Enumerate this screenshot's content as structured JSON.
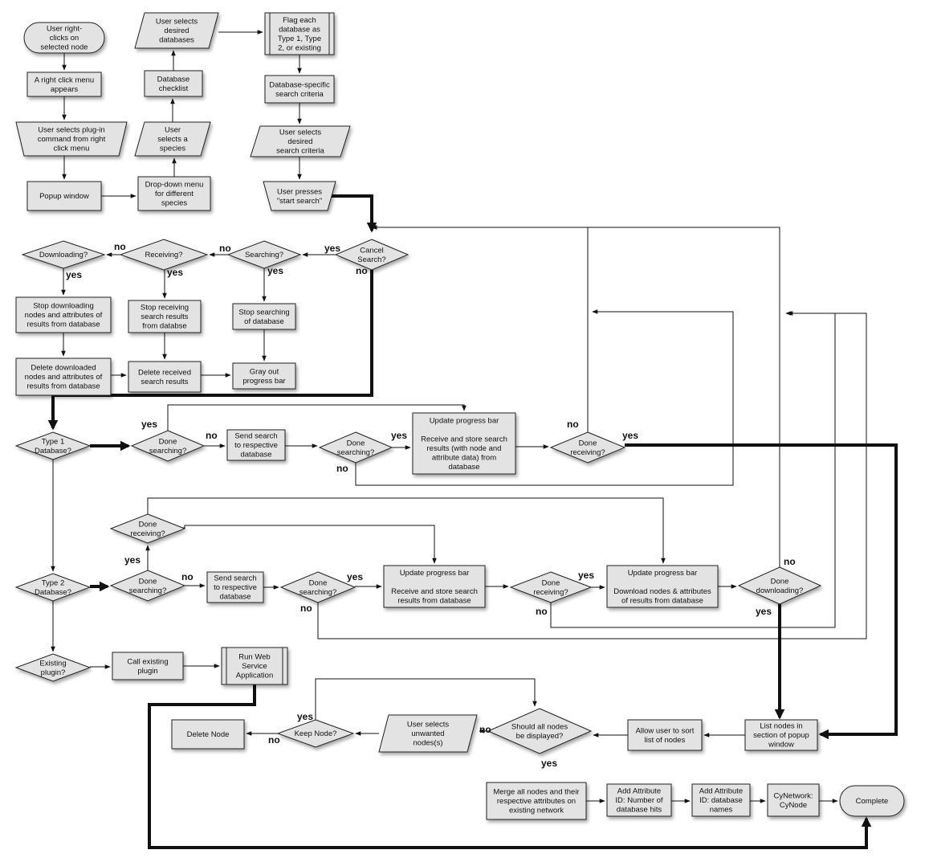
{
  "nodes": [
    {
      "id": "n1",
      "shape": "terminal",
      "lines": [
        "User right-",
        "clicks on",
        "selected node"
      ]
    },
    {
      "id": "n2",
      "shape": "rect",
      "lines": [
        "A right click menu",
        "appears"
      ]
    },
    {
      "id": "n3",
      "shape": "trapezoid",
      "lines": [
        "User selects plug-in",
        "command from right",
        "click menu"
      ]
    },
    {
      "id": "n4",
      "shape": "rect",
      "lines": [
        "Popup window"
      ]
    },
    {
      "id": "n5",
      "shape": "rect",
      "lines": [
        "Drop-down menu",
        "for different",
        "species"
      ]
    },
    {
      "id": "n6",
      "shape": "parallelogram",
      "lines": [
        "User",
        "selects a",
        "species"
      ]
    },
    {
      "id": "n7",
      "shape": "rect",
      "lines": [
        "Database",
        "checklist"
      ]
    },
    {
      "id": "n8",
      "shape": "parallelogram",
      "lines": [
        "User selects",
        "desired",
        "databases"
      ]
    },
    {
      "id": "n9",
      "shape": "process",
      "lines": [
        "Flag each",
        "database as",
        "Type 1, Type",
        "2, or existing"
      ]
    },
    {
      "id": "n10",
      "shape": "rect",
      "lines": [
        "Database-specific",
        "search criteria"
      ]
    },
    {
      "id": "n11",
      "shape": "parallelogram",
      "lines": [
        "User selects",
        "desired",
        "search criteria"
      ]
    },
    {
      "id": "n12",
      "shape": "trapezoid",
      "lines": [
        "User presses",
        "\"start search\""
      ]
    },
    {
      "id": "d_cancel",
      "shape": "diamond",
      "lines": [
        "Cancel",
        "Search?"
      ]
    },
    {
      "id": "d_searching",
      "shape": "diamond",
      "lines": [
        "Searching?"
      ]
    },
    {
      "id": "d_receiving",
      "shape": "diamond",
      "lines": [
        "Receiving?"
      ]
    },
    {
      "id": "d_downloading",
      "shape": "diamond",
      "lines": [
        "Downloading?"
      ]
    },
    {
      "id": "n13",
      "shape": "rect",
      "lines": [
        "Stop downloading",
        "nodes and attributes of",
        "results from database"
      ]
    },
    {
      "id": "n14",
      "shape": "rect",
      "lines": [
        "Stop receiving",
        "search results",
        "from databse"
      ]
    },
    {
      "id": "n15",
      "shape": "rect",
      "lines": [
        "Stop searching",
        "of database"
      ]
    },
    {
      "id": "n16",
      "shape": "rect",
      "lines": [
        "Delete downloaded",
        "nodes and attributes of",
        "results from database"
      ]
    },
    {
      "id": "n17",
      "shape": "rect",
      "lines": [
        "Delete received",
        "search results"
      ]
    },
    {
      "id": "n18",
      "shape": "rect",
      "lines": [
        "Gray out",
        "progress bar"
      ]
    },
    {
      "id": "d_type1",
      "shape": "diamond",
      "lines": [
        "Type 1",
        "Database?"
      ]
    },
    {
      "id": "d_done1",
      "shape": "diamond",
      "lines": [
        "Done",
        "searching?"
      ]
    },
    {
      "id": "n19",
      "shape": "rect",
      "lines": [
        "Send search",
        "to respective",
        "database"
      ]
    },
    {
      "id": "d_done1b",
      "shape": "diamond",
      "lines": [
        "Done",
        "searching?"
      ]
    },
    {
      "id": "n20",
      "shape": "rect",
      "lines": [
        "Update progress bar",
        "",
        "Receive and store search",
        "results (with node and",
        "attribute data) from",
        "database"
      ]
    },
    {
      "id": "d_recv1",
      "shape": "diamond",
      "lines": [
        "Done",
        "receiving?"
      ]
    },
    {
      "id": "d_recv2a",
      "shape": "diamond",
      "lines": [
        "Done",
        "receiving?"
      ]
    },
    {
      "id": "d_type2",
      "shape": "diamond",
      "lines": [
        "Type 2",
        "Database?"
      ]
    },
    {
      "id": "d_done2",
      "shape": "diamond",
      "lines": [
        "Done",
        "searching?"
      ]
    },
    {
      "id": "n21",
      "shape": "rect",
      "lines": [
        "Send search",
        "to respective",
        "database"
      ]
    },
    {
      "id": "d_done2b",
      "shape": "diamond",
      "lines": [
        "Done",
        "searching?"
      ]
    },
    {
      "id": "n22",
      "shape": "rect",
      "lines": [
        "Update progress bar",
        "",
        "Receive and store search",
        "results from database"
      ]
    },
    {
      "id": "d_recv2b",
      "shape": "diamond",
      "lines": [
        "Done",
        "receiving?"
      ]
    },
    {
      "id": "n23",
      "shape": "rect",
      "lines": [
        "Update progress bar",
        "",
        "Download nodes & attributes",
        "of results from database"
      ]
    },
    {
      "id": "d_dl",
      "shape": "diamond",
      "lines": [
        "Done",
        "downloading?"
      ]
    },
    {
      "id": "d_exist",
      "shape": "diamond",
      "lines": [
        "Existing",
        "plugin?"
      ]
    },
    {
      "id": "n24",
      "shape": "rect",
      "lines": [
        "Call existing",
        "plugin"
      ]
    },
    {
      "id": "n25",
      "shape": "process",
      "lines": [
        "Run Web",
        "Service",
        "Application"
      ]
    },
    {
      "id": "n26",
      "shape": "rect",
      "lines": [
        "List nodes in",
        "section of popup",
        "window"
      ]
    },
    {
      "id": "n27",
      "shape": "rect",
      "lines": [
        "Allow user to sort",
        "list of nodes"
      ]
    },
    {
      "id": "d_all",
      "shape": "diamond",
      "lines": [
        "Should all nodes",
        "be displayed?"
      ]
    },
    {
      "id": "n28",
      "shape": "parallelogram",
      "lines": [
        "User selects",
        "unwanted",
        "nodes(s)"
      ]
    },
    {
      "id": "d_keep",
      "shape": "diamond",
      "lines": [
        "Keep Node?"
      ]
    },
    {
      "id": "n29",
      "shape": "rect",
      "lines": [
        "Delete Node"
      ]
    },
    {
      "id": "n30",
      "shape": "rect",
      "lines": [
        "Merge all nodes and their",
        "respective attributes on",
        "existing network"
      ]
    },
    {
      "id": "n31",
      "shape": "rect",
      "lines": [
        "Add Attribute",
        "ID: Number of",
        "database hits"
      ]
    },
    {
      "id": "n32",
      "shape": "rect",
      "lines": [
        "Add Attribute",
        "ID: database",
        "names"
      ]
    },
    {
      "id": "n33",
      "shape": "rect",
      "lines": [
        "CyNetwork:",
        "CyNode"
      ]
    },
    {
      "id": "n34",
      "shape": "terminal",
      "lines": [
        "Complete"
      ]
    }
  ],
  "labels": [
    {
      "id": "l1",
      "text": "yes"
    },
    {
      "id": "l2",
      "text": "no"
    },
    {
      "id": "l3",
      "text": "no"
    },
    {
      "id": "l4",
      "text": "no"
    },
    {
      "id": "l5",
      "text": "yes"
    },
    {
      "id": "l6",
      "text": "yes"
    },
    {
      "id": "l7",
      "text": "yes"
    },
    {
      "id": "l8",
      "text": "yes"
    },
    {
      "id": "l9",
      "text": "no"
    },
    {
      "id": "l10",
      "text": "yes"
    },
    {
      "id": "l11",
      "text": "no"
    },
    {
      "id": "l12",
      "text": "no"
    },
    {
      "id": "l13",
      "text": "yes"
    },
    {
      "id": "l14",
      "text": "yes"
    },
    {
      "id": "l15",
      "text": "no"
    },
    {
      "id": "l16",
      "text": "yes"
    },
    {
      "id": "l17",
      "text": "no"
    },
    {
      "id": "l18",
      "text": "yes"
    },
    {
      "id": "l19",
      "text": "no"
    },
    {
      "id": "l20",
      "text": "no"
    },
    {
      "id": "l21",
      "text": "yes"
    },
    {
      "id": "l22",
      "text": "no"
    },
    {
      "id": "l23",
      "text": "yes"
    },
    {
      "id": "l24",
      "text": "yes"
    },
    {
      "id": "l25",
      "text": "no"
    }
  ]
}
